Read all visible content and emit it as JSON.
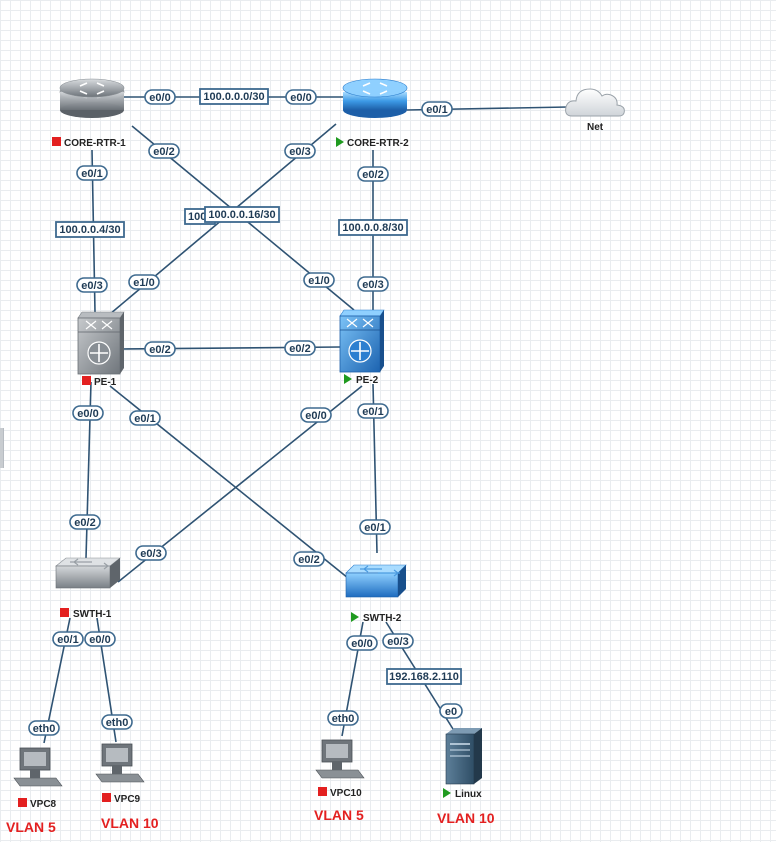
{
  "colors": {
    "link": "#2f5373",
    "label_text": "#1f3b55",
    "stopped": "#e32020",
    "running": "#1f9a1f",
    "vlan_text": "#e32020"
  },
  "nodes": {
    "core1": {
      "label": "CORE-RTR-1",
      "status": "stopped",
      "icon": "router-icon"
    },
    "core2": {
      "label": "CORE-RTR-2",
      "status": "running",
      "icon": "router-icon"
    },
    "net": {
      "label": "Net",
      "icon": "cloud-icon"
    },
    "pe1": {
      "label": "PE-1",
      "status": "stopped",
      "icon": "l3-switch-icon"
    },
    "pe2": {
      "label": "PE-2",
      "status": "running",
      "icon": "l3-switch-icon"
    },
    "swth1": {
      "label": "SWTH-1",
      "status": "stopped",
      "icon": "switch-icon"
    },
    "swth2": {
      "label": "SWTH-2",
      "status": "running",
      "icon": "switch-icon"
    },
    "vpc8": {
      "label": "VPC8",
      "status": "stopped",
      "icon": "pc-icon"
    },
    "vpc9": {
      "label": "VPC9",
      "status": "stopped",
      "icon": "pc-icon"
    },
    "vpc10": {
      "label": "VPC10",
      "status": "stopped",
      "icon": "pc-icon"
    },
    "linux": {
      "label": "Linux",
      "status": "running",
      "icon": "server-icon"
    }
  },
  "links": {
    "core1_core2": {
      "a_if": "e0/0",
      "b_if": "e0/0",
      "network": "100.0.0.0/30"
    },
    "core2_net": {
      "a_if": "e0/1"
    },
    "core1_pe1": {
      "a_if": "e0/1",
      "b_if": "e0/3",
      "network": "100.0.0.4/30"
    },
    "core2_pe2": {
      "a_if": "e0/2",
      "b_if": "e0/3",
      "network": "100.0.0.8/30"
    },
    "core1_pe2": {
      "a_if": "e0/2",
      "b_if": "e1/0",
      "network": "100.0.0.16/30"
    },
    "core2_pe1": {
      "a_if": "e0/3",
      "b_if": "e1/0",
      "network_partial": "100"
    },
    "pe1_pe2": {
      "a_if": "e0/2",
      "b_if": "e0/2"
    },
    "pe1_swth1": {
      "a_if": "e0/0",
      "b_if": "e0/2"
    },
    "pe1_swth2": {
      "a_if": "e0/1",
      "b_if": "e0/2"
    },
    "pe2_swth1": {
      "a_if": "e0/0",
      "b_if": "e0/3"
    },
    "pe2_swth2": {
      "a_if": "e0/1",
      "b_if": "e0/1"
    },
    "swth1_vpc8": {
      "a_if": "e0/1",
      "b_if": "eth0"
    },
    "swth1_vpc9": {
      "a_if": "e0/0",
      "b_if": "eth0"
    },
    "swth2_vpc10": {
      "a_if": "e0/0",
      "b_if": "eth0"
    },
    "swth2_linux": {
      "a_if": "e0/3",
      "b_if": "e0",
      "network": "192.168.2.110"
    }
  },
  "vlans": {
    "vpc8": "VLAN 5",
    "vpc9": "VLAN 10",
    "vpc10": "VLAN 5",
    "linux": "VLAN 10"
  }
}
